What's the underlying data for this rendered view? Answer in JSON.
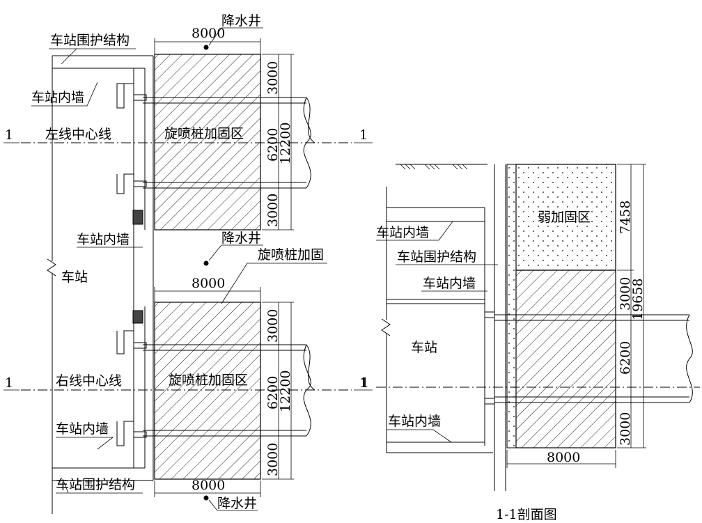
{
  "plan": {
    "top": {
      "well_label": "降水井",
      "width_dim": "8000",
      "enclosure_label": "车站围护结构",
      "inner_wall_label": "车站内墙",
      "centerline_label": "左线中心线",
      "zone_label": "旋喷桩加固区",
      "dims": [
        "3000",
        "6200",
        "3000"
      ],
      "total_dim": "12200",
      "section_mark_left": "1",
      "section_mark_right": "1"
    },
    "middle": {
      "inner_wall_label": "车站内墙",
      "well_label": "降水井",
      "jet_label": "旋喷桩加固",
      "station_label": "车站",
      "width_dim": "8000"
    },
    "bottom": {
      "centerline_label": "右线中心线",
      "zone_label": "旋喷桩加固区",
      "inner_wall_label": "车站内墙",
      "enclosure_label": "车站围护结构",
      "dims": [
        "3000",
        "6200",
        "3000"
      ],
      "total_dim": "12200",
      "width_dim": "8000",
      "well_label": "降水井",
      "section_mark_left": "1",
      "section_mark_right": "1"
    }
  },
  "section": {
    "weak_zone_label": "弱加固区",
    "inner_wall_label_1": "车站内墙",
    "enclosure_label": "车站围护结构",
    "inner_wall_label_2": "车站内墙",
    "station_label": "车站",
    "inner_wall_label_3": "车站内墙",
    "dims": [
      "7458",
      "3000",
      "6200",
      "3000"
    ],
    "total_dim": "19658",
    "width_dim": "8000",
    "section_mark": "1",
    "title": "1-1剖面图"
  }
}
